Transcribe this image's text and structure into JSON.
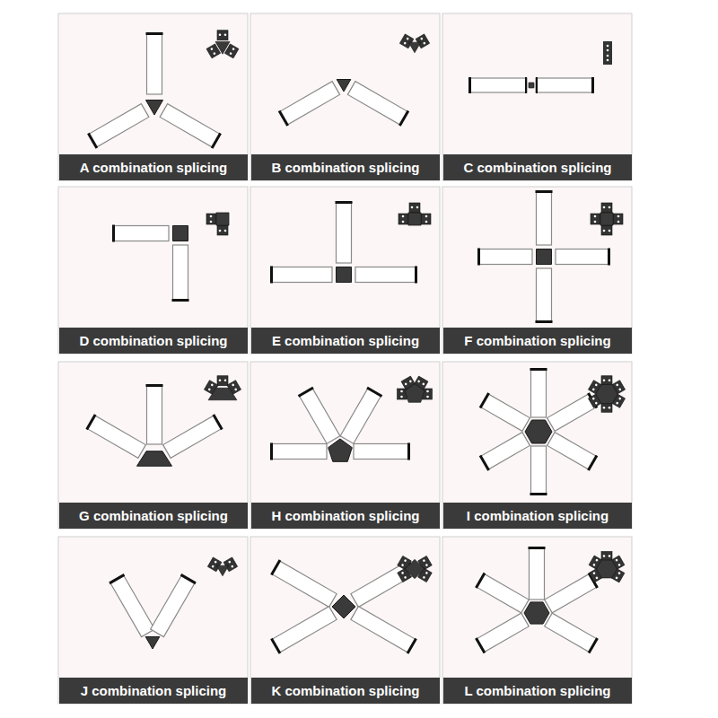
{
  "diagram": {
    "nodes": [
      {
        "text": [
          "A combination splicing"
        ]
      },
      {
        "text": [
          "B combination splicing"
        ]
      },
      {
        "text": [
          "C combination splicing"
        ]
      },
      {
        "text": [
          "D combination splicing"
        ]
      },
      {
        "text": [
          "E combination splicing"
        ]
      },
      {
        "text": [
          "F combination splicing"
        ]
      },
      {
        "text": [
          "G combination splicing"
        ]
      },
      {
        "text": [
          "H combination splicing"
        ]
      },
      {
        "text": [
          "I combination splicing"
        ]
      },
      {
        "text": [
          "J combination splicing"
        ]
      },
      {
        "text": [
          "K combination splicing"
        ]
      },
      {
        "text": [
          "L combination splicing"
        ]
      }
    ]
  }
}
